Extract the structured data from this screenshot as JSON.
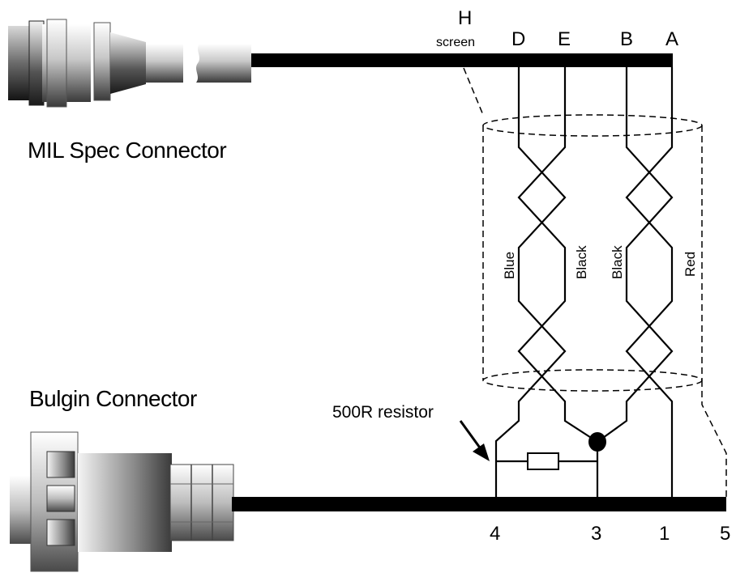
{
  "labels": {
    "mil_connector": "MIL Spec Connector",
    "bulgin_connector": "Bulgin Connector",
    "resistor": "500R resistor",
    "screen_letter": "H",
    "screen_word": "screen"
  },
  "mil_pins": {
    "d": "D",
    "e": "E",
    "b": "B",
    "a": "A"
  },
  "bulgin_pins": {
    "p4": "4",
    "p3": "3",
    "p1": "1",
    "p5": "5"
  },
  "wires": {
    "blue": "Blue",
    "black_left": "Black",
    "black_right": "Black",
    "red": "Red"
  }
}
